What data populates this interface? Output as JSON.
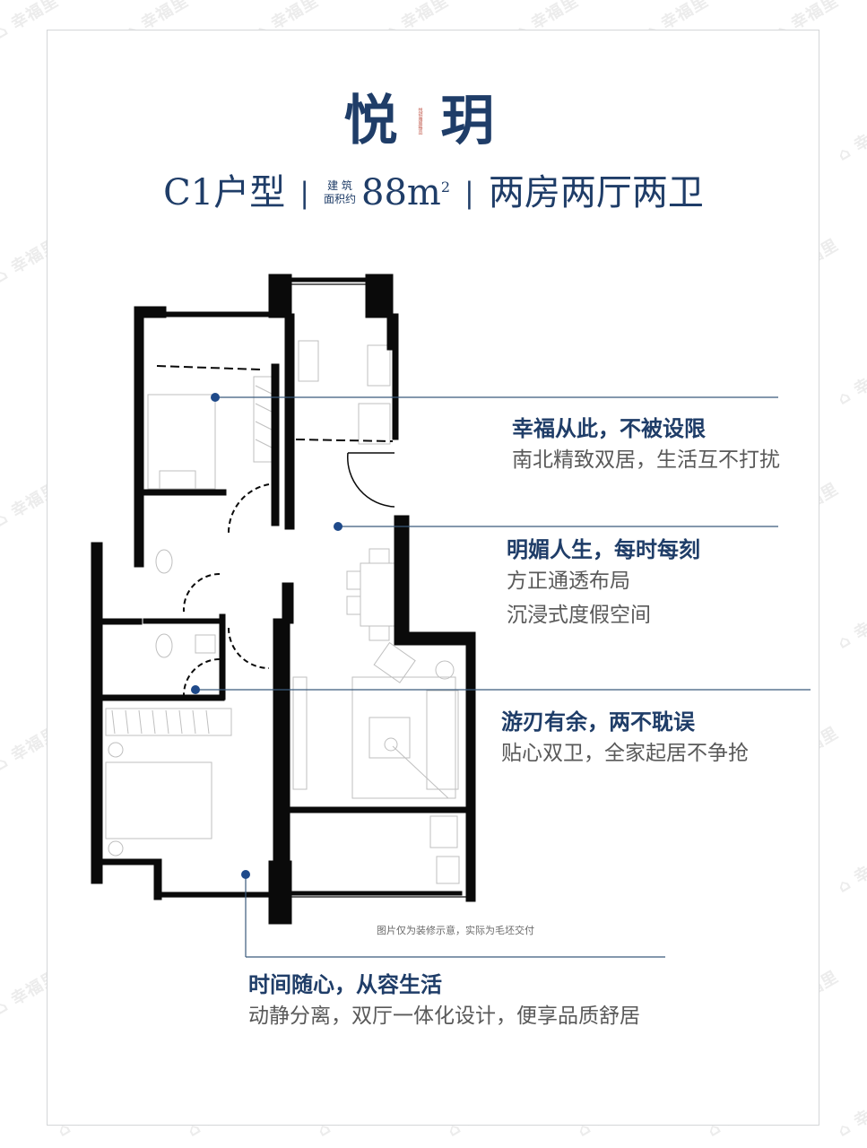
{
  "title": {
    "name": "悦 玥",
    "name_left": "悦",
    "name_right": "玥",
    "seal_text": "悦玥雅居臻品"
  },
  "subtitle": {
    "unit_type": "C1户型",
    "area_label_top": "建 筑",
    "area_label_bottom": "面积约",
    "area_value": "88m",
    "area_unit_sup": "2",
    "layout": "两房两厅两卫",
    "separator": "|"
  },
  "callouts": [
    {
      "headline": "幸福从此，不被设限",
      "lines": [
        "南北精致双居，生活互不打扰"
      ]
    },
    {
      "headline": "明媚人生，每时每刻",
      "lines": [
        "方正通透布局",
        "沉浸式度假空间"
      ]
    },
    {
      "headline": "游刃有余，两不耽误",
      "lines": [
        "贴心双卫，全家起居不争抢"
      ]
    },
    {
      "headline": "时间随心，从容生活",
      "lines": [
        "动静分离，双厅一体化设计，便享品质舒居"
      ]
    }
  ],
  "disclaimer": "图片仅为装修示意，实际为毛坯交付",
  "watermark": "幸福里",
  "colors": {
    "brand_navy": "#1f3d68",
    "body_gray": "#595959",
    "marker_blue": "#1f4a8a",
    "leader_line": "#3b5a7c",
    "frame_border": "#d4d6d8",
    "wall_black": "#0a0a0a",
    "furniture_gray": "#bfbfbf"
  }
}
